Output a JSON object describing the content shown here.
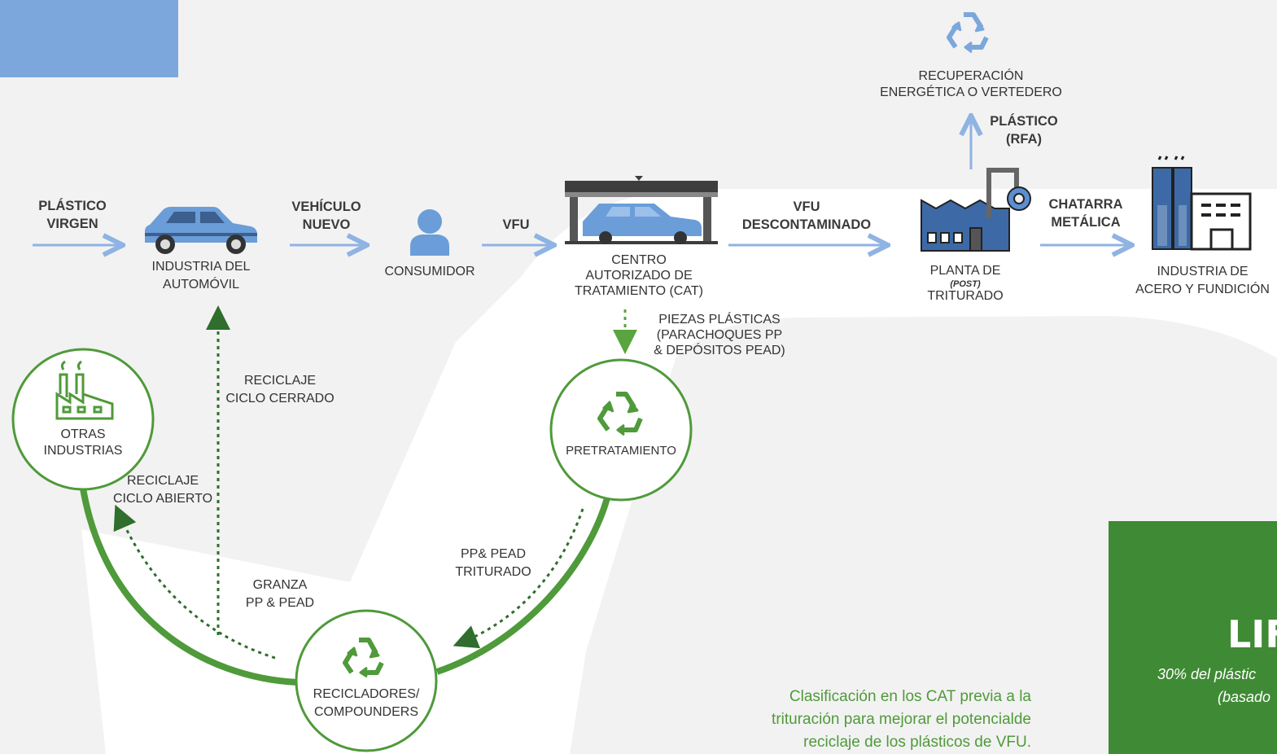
{
  "colors": {
    "background": "#f2f2f2",
    "blue_accent": "#7ba7dc",
    "arrow_blue": "#8fb3e2",
    "green": "#4f9a3a",
    "dark_green": "#2f6e2c",
    "panel_green": "#3f8a34"
  },
  "icons": {
    "recycle": "recycle-icon",
    "car": "car-icon",
    "person": "person-icon",
    "factory": "factory-icon",
    "industry": "industry-icon"
  },
  "flow": {
    "plastico_virgen": [
      "PLÁSTICO",
      "VIRGEN"
    ],
    "vehiculo_nuevo": [
      "VEHÍCULO",
      "NUEVO"
    ],
    "vfu": "VFU",
    "vfu_descontaminado": [
      "VFU",
      "DESCONTAMINADO"
    ],
    "chatarra": [
      "CHATARRA",
      "METÁLICA"
    ],
    "plastico_rfa": [
      "PLÁSTICO",
      "(RFA)"
    ]
  },
  "nodes": {
    "industria_automovil": [
      "INDUSTRIA DEL",
      "AUTOMÓVIL"
    ],
    "consumidor": "CONSUMIDOR",
    "cat": [
      "CENTRO",
      "AUTORIZADO DE",
      "TRATAMIENTO (CAT)"
    ],
    "planta_top": "PLANTA DE",
    "planta_post": "(POST)",
    "planta_bottom": "TRITURADO",
    "acero": [
      "INDUSTRIA DE",
      "ACERO Y FUNDICIÓN"
    ],
    "recuperacion": [
      "RECUPERACIÓN",
      "ENERGÉTICA O VERTEDERO"
    ],
    "otras_industrias": [
      "OTRAS",
      "INDUSTRIAS"
    ],
    "pretratamiento": "PRETRATAMIENTO",
    "recicladores": [
      "RECICLADORES/",
      "COMPOUNDERS"
    ]
  },
  "edges": {
    "piezas_plasticas": [
      "PIEZAS PLÁSTICAS",
      "(PARACHOQUES PP",
      "& DEPÓSITOS PEAD)"
    ],
    "ciclo_cerrado": [
      "RECICLAJE",
      "CICLO CERRADO"
    ],
    "ciclo_abierto": [
      "RECICLAJE",
      "CICLO ABIERTO"
    ],
    "pp_pead": [
      "PP& PEAD",
      "TRITURADO"
    ],
    "granza": [
      "GRANZA",
      "PP & PEAD"
    ]
  },
  "note": [
    "Clasificación en los CAT previa a la",
    "trituración para mejorar el potencialde",
    "reciclaje de los plásticos de VFU."
  ],
  "panel": {
    "title": "LIF",
    "line1": "30% del plástic",
    "line2": "(basado"
  }
}
